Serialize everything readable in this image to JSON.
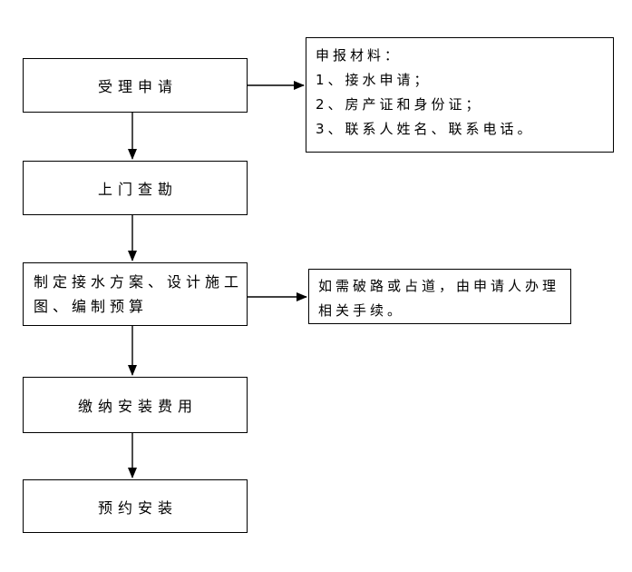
{
  "diagram": {
    "type": "flowchart",
    "colors": {
      "background": "#ffffff",
      "border": "#000000",
      "text": "#000000",
      "arrow": "#000000"
    },
    "steps": [
      {
        "name": "accept-application",
        "lines": [
          "受理申请"
        ]
      },
      {
        "name": "site-survey",
        "lines": [
          "上门查勘"
        ]
      },
      {
        "name": "plan-design-budget",
        "lines": [
          "制定接水方案、设计施工",
          "图、编制预算"
        ]
      },
      {
        "name": "pay-installation-fee",
        "lines": [
          "缴纳安装费用"
        ]
      },
      {
        "name": "schedule-installation",
        "lines": [
          "预约安装"
        ]
      }
    ],
    "notes": [
      {
        "name": "application-materials",
        "lines": [
          "申报材料：",
          "1、接水申请；",
          "2、房产证和身份证；",
          "3、联系人姓名、联系电话。"
        ]
      },
      {
        "name": "road-occupation-note",
        "lines": [
          "如需破路或占道，由申请人办理",
          "相关手续。"
        ]
      }
    ]
  }
}
